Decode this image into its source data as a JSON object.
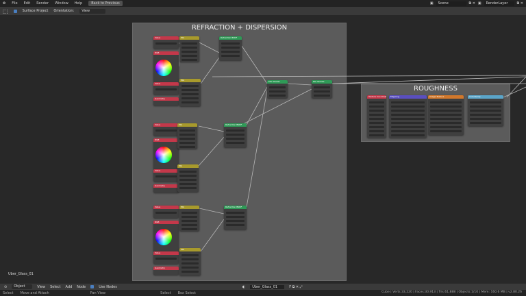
{
  "menu": {
    "items": [
      "File",
      "Edit",
      "Render",
      "Window",
      "Help"
    ],
    "back_button": "Back to Previous"
  },
  "header": {
    "surface_project": "Surface Project",
    "orientation_label": "Orientation:",
    "orientation_value": "View"
  },
  "scene": {
    "scene_name": "Scene",
    "render_layer": "RenderLayer"
  },
  "frames": {
    "refraction": "REFRACTION + DISPERSION",
    "roughness": "ROUGHNESS"
  },
  "node_titles": {
    "value": "Value",
    "rgb": "RGB",
    "mix": "Mix",
    "geometry": "Geometry",
    "bsdf": "Refraction BSDF",
    "mix_shader": "Mix Shader",
    "texcoord": "Texture Coordinate",
    "mapping": "Mapping",
    "image_texture": "Image Texture",
    "colorramp": "ColorRamp"
  },
  "colors": {
    "input": "#c4384a",
    "converter": "#a89a2c",
    "shader": "#2f9a57",
    "texture": "#d1782c",
    "vector": "#5a4fbf",
    "ramp": "#5ba5c9",
    "frame": "#5b5b5b"
  },
  "object_name": "Uber_Glass_01",
  "bottom": {
    "mode": "Object",
    "menus": [
      "View",
      "Select",
      "Add",
      "Node"
    ],
    "use_nodes": "Use Nodes",
    "material": "Uber_Glass_01"
  },
  "status": {
    "hints": [
      "Select",
      "Move and Attach",
      "Pan View",
      "Select",
      "Box Select"
    ],
    "stats": "Cube | Verts:33,220 | Faces:30,913 | Tris:61,888 | Objects:1/10 | Mem: 160.6 MB | v2.80.26"
  }
}
